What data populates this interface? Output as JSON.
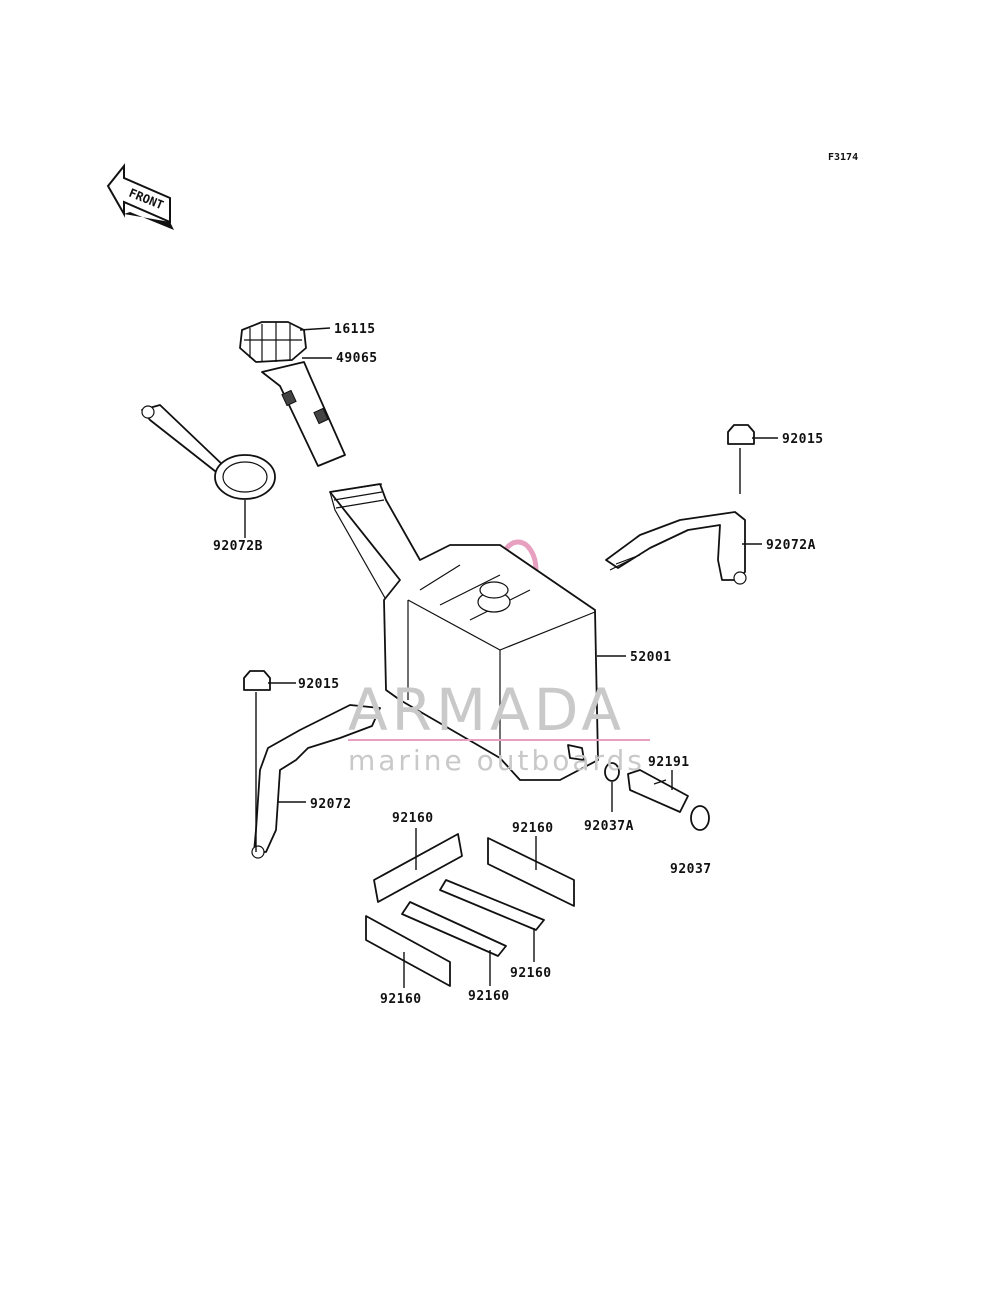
{
  "ref_code": "F3174",
  "front_label": "FRONT",
  "watermark": {
    "title": "ARMADA",
    "subtitle": "marine outboards",
    "logo_color": "#e8a0c0",
    "text_color": "#c9c9c9"
  },
  "parts": {
    "cap": "16115",
    "gasket_strainer": "49065",
    "strap_b": "92072B",
    "nut_right": "92015",
    "strap_a": "92072A",
    "tank": "52001",
    "nut_left": "92015",
    "strap": "92072",
    "hose": "92191",
    "clamp_a": "92037A",
    "clamp": "92037",
    "pad_1": "92160",
    "pad_2": "92160",
    "pad_3": "92160",
    "pad_4": "92160",
    "pad_5": "92160"
  }
}
